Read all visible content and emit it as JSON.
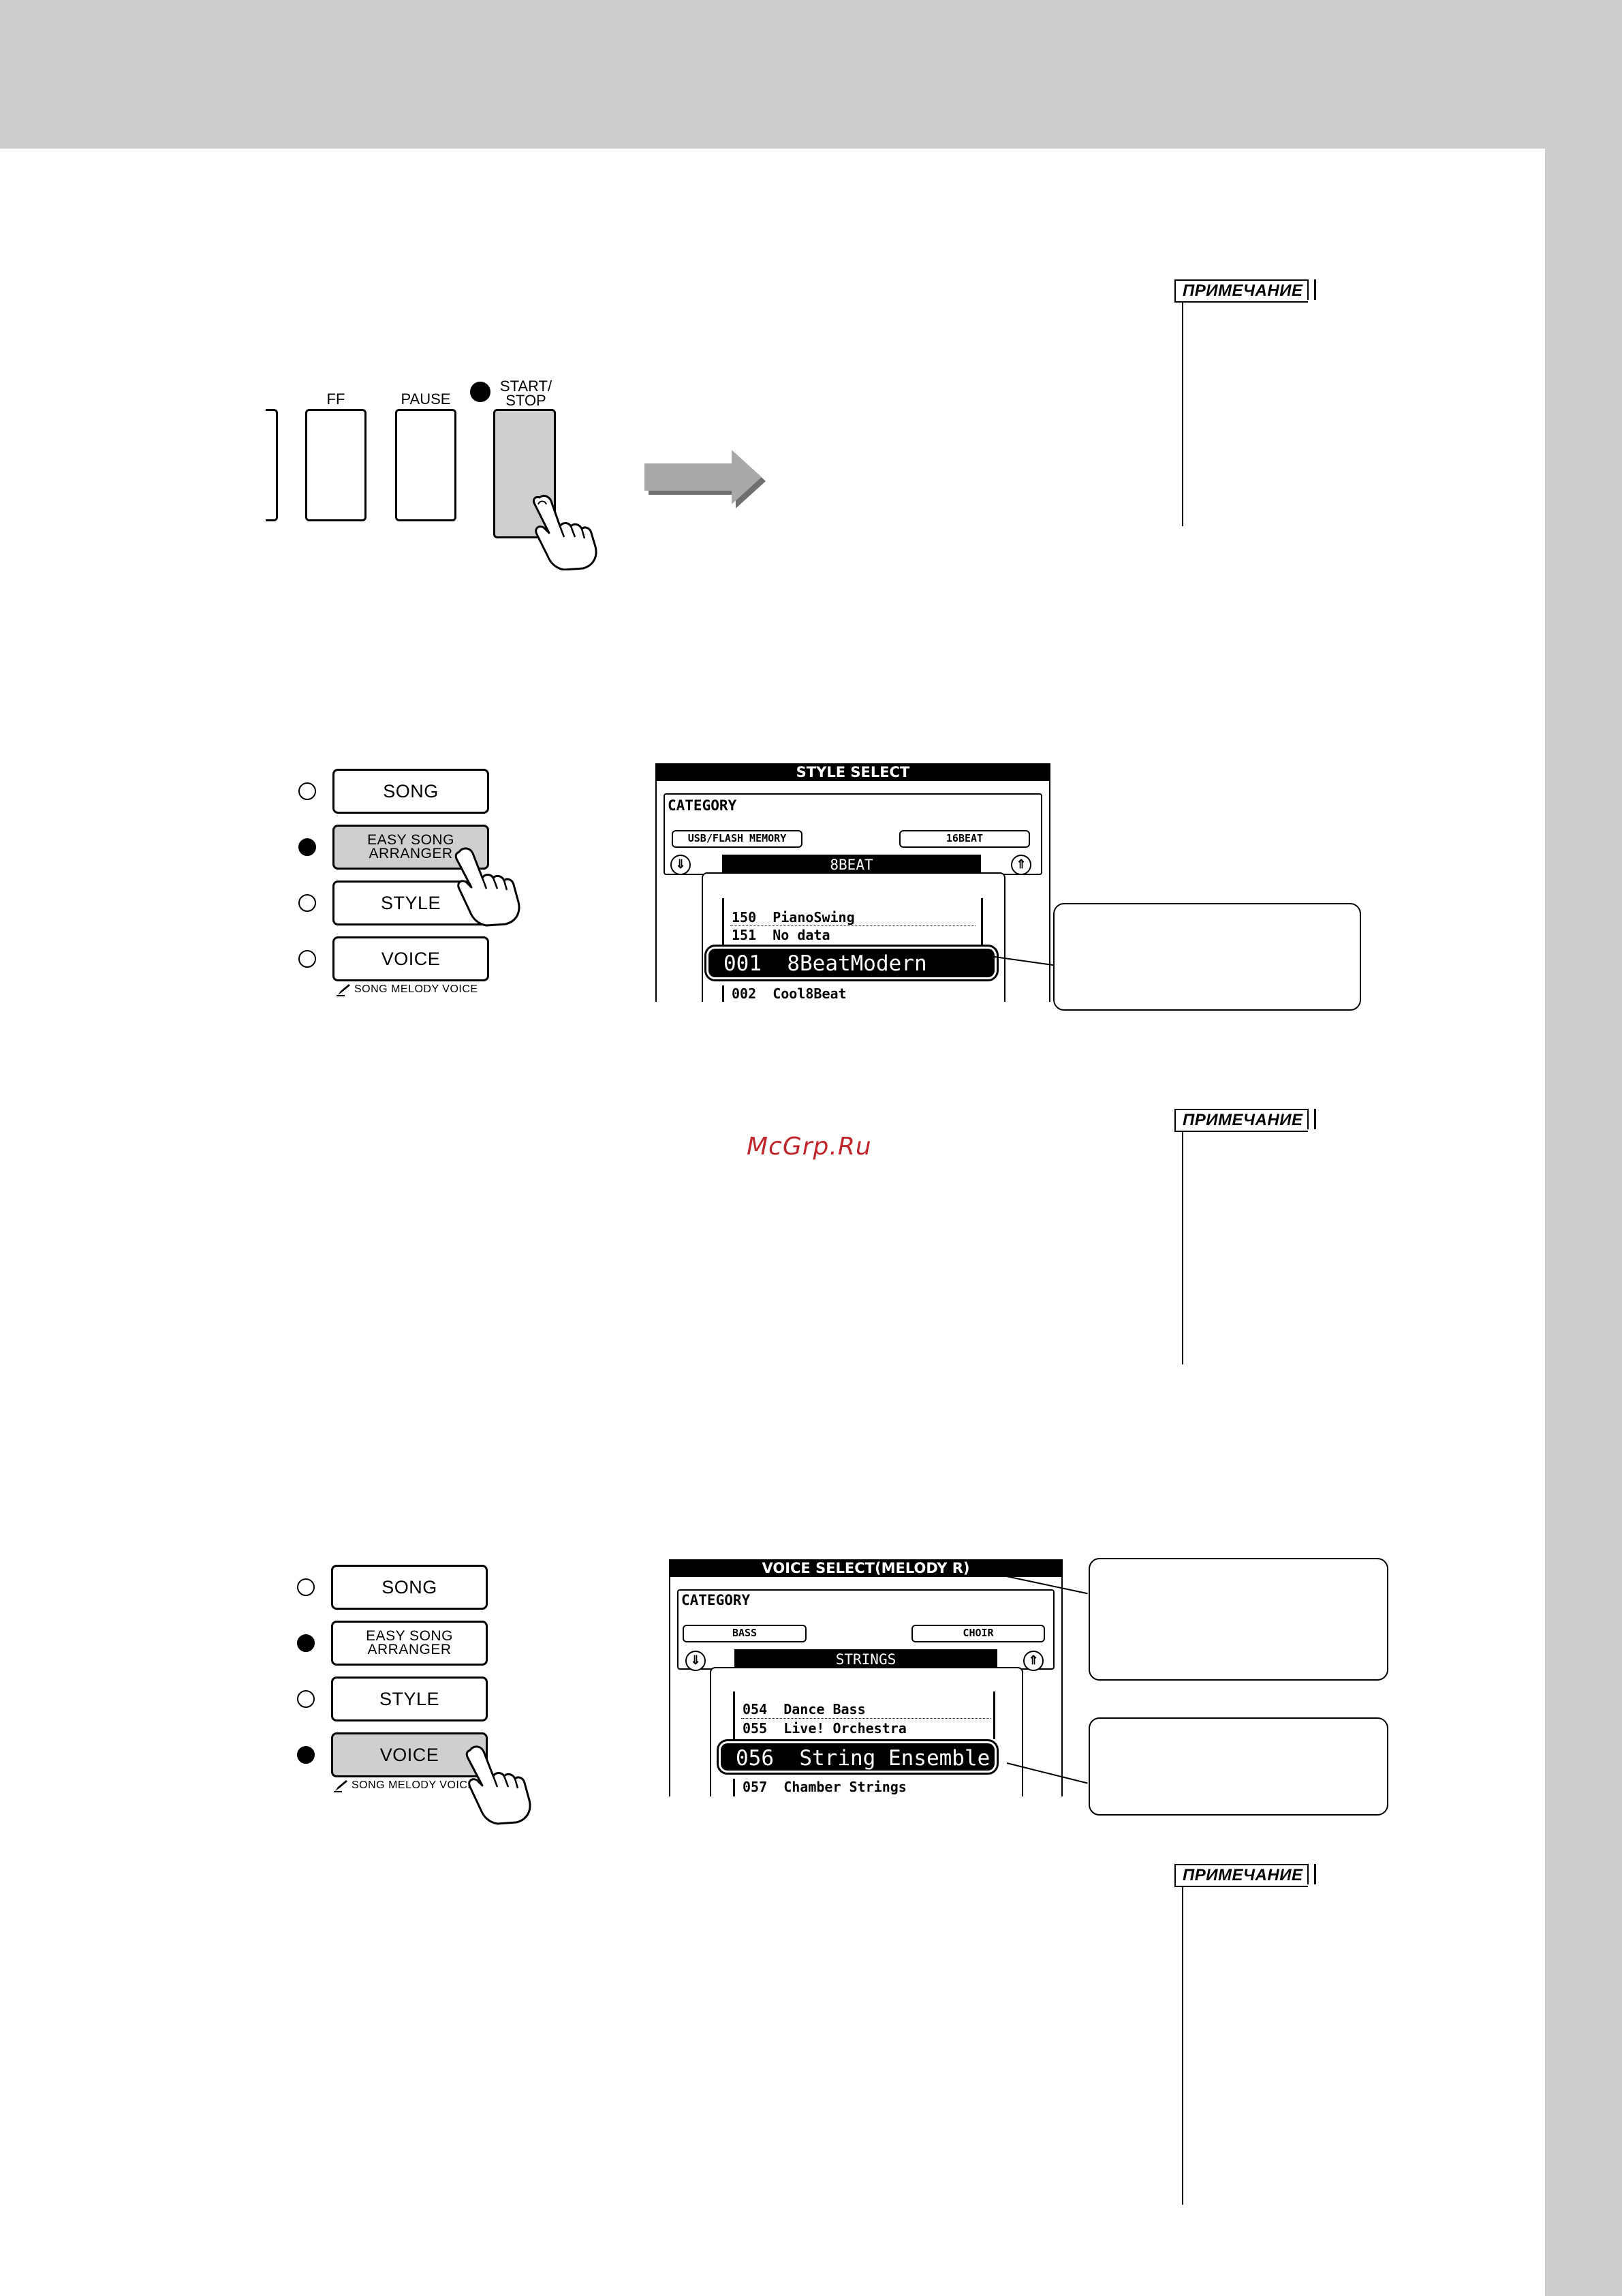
{
  "watermark": "McGrp.Ru",
  "notes": [
    {
      "label": "ПРИМЕЧАНИЕ"
    },
    {
      "label": "ПРИМЕЧАНИЕ"
    },
    {
      "label": "ПРИМЕЧАНИЕ"
    }
  ],
  "transport": {
    "ff_label": "FF",
    "pause_label": "PAUSE",
    "start_stop_label_line1": "START/",
    "start_stop_label_line2": "STOP"
  },
  "mode_panel_1": {
    "song": "SONG",
    "easy_song_line1": "EASY SONG",
    "easy_song_line2": "ARRANGER",
    "style": "STYLE",
    "voice": "VOICE",
    "caption": "SONG MELODY VOICE",
    "active": "easy_song"
  },
  "style_screen": {
    "title": "STYLE SELECT",
    "category_label": "CATEGORY",
    "left_category": "USB/FLASH MEMORY",
    "right_category": "16BEAT",
    "current_category": "8BEAT",
    "items": [
      {
        "num": "150",
        "name": "PianoSwing"
      },
      {
        "num": "151",
        "name": "No data"
      }
    ],
    "selected": {
      "num": "001",
      "name": "8BeatModern"
    },
    "next": {
      "num": "002",
      "name": "Cool8Beat"
    }
  },
  "mode_panel_2": {
    "song": "SONG",
    "easy_song_line1": "EASY SONG",
    "easy_song_line2": "ARRANGER",
    "style": "STYLE",
    "voice": "VOICE",
    "caption": "SONG MELODY VOICE",
    "active": "voice"
  },
  "voice_screen": {
    "title": "VOICE SELECT(MELODY R)",
    "category_label": "CATEGORY",
    "left_category": "BASS",
    "right_category": "CHOIR",
    "current_category": "STRINGS",
    "items": [
      {
        "num": "054",
        "name": "Dance Bass"
      },
      {
        "num": "055",
        "name": "Live! Orchestra"
      }
    ],
    "selected": {
      "num": "056",
      "name": "String Ensemble"
    },
    "next": {
      "num": "057",
      "name": "Chamber Strings"
    }
  }
}
